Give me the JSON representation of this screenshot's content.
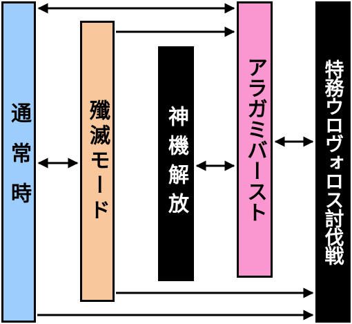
{
  "colors": {
    "normal": "#9dcdfb",
    "zenmetsu": "#f9c79c",
    "shinki": "#000000",
    "aragami": "#fa97d0",
    "toku": "#000000",
    "text_dark": "#000000",
    "text_light": "#ffffff",
    "arrow": "#000000"
  },
  "nodes": {
    "normal": {
      "label": "通常時"
    },
    "zenmetsu": {
      "label": "殲滅モード"
    },
    "shinki": {
      "label": "神機解放"
    },
    "aragami": {
      "label": "アラガミバースト"
    },
    "toku": {
      "label": "特務ウロヴォロス討伐戦"
    }
  },
  "edges": [
    {
      "from": "normal",
      "to": "aragami",
      "direction": "both"
    },
    {
      "from": "zenmetsu",
      "to": "aragami",
      "direction": "forward"
    },
    {
      "from": "normal",
      "to": "zenmetsu",
      "direction": "both"
    },
    {
      "from": "shinki",
      "to": "aragami",
      "direction": "both"
    },
    {
      "from": "aragami",
      "to": "toku",
      "direction": "both"
    },
    {
      "from": "zenmetsu",
      "to": "toku",
      "direction": "forward"
    },
    {
      "from": "normal",
      "to": "toku",
      "direction": "forward"
    }
  ]
}
